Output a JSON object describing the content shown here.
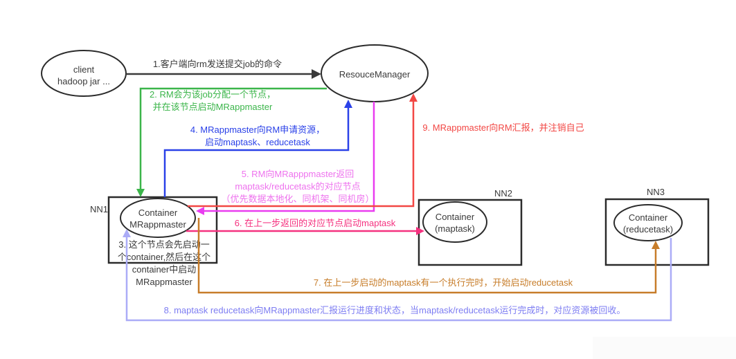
{
  "diagram": {
    "title_hint": "Hadoop YARN job submission flow",
    "colors": {
      "ink": "#3a3a3a",
      "node_stroke": "#2b2b2b",
      "step1": "#3a3a3a",
      "step2": "#3bb54a",
      "step3": "#3a3a3a",
      "step4": "#2a41e8",
      "step5_line": "#e93cf0",
      "step5_text": "#ee72ee",
      "step6": "#f5317f",
      "step7": "#c77d2a",
      "step8_line": "#abacf7",
      "step8_text": "#7d7df2",
      "step9": "#f24744"
    },
    "nodes": {
      "client": {
        "lines": [
          "client",
          "hadoop jar ..."
        ]
      },
      "rm": {
        "label": "ResouceManager"
      },
      "nn1": {
        "name": "NN1",
        "container": [
          "Container",
          "MRappmaster"
        ]
      },
      "nn2": {
        "name": "NN2",
        "container": [
          "Container",
          "(maptask)"
        ]
      },
      "nn3": {
        "name": "NN3",
        "container": [
          "Container",
          "(reducetask)"
        ]
      }
    },
    "steps": [
      {
        "id": 1,
        "lines": [
          "1.客户端向rm发送提交job的命令"
        ]
      },
      {
        "id": 2,
        "lines": [
          "2. RM会为该job分配一个节点，",
          "并在该节点启动MRappmaster"
        ]
      },
      {
        "id": 3,
        "lines": [
          "3. 这个节点会先启动一",
          "个container,然后在这个",
          "container中启动",
          "MRappmaster"
        ]
      },
      {
        "id": 4,
        "lines": [
          "4. MRappmaster向RM申请资源，",
          "启动maptask、reducetask"
        ]
      },
      {
        "id": 5,
        "lines": [
          "5. RM向MRapppmaster返回",
          "maptask/reducetask的对应节点",
          "（优先数据本地化、同机架、同机房）"
        ]
      },
      {
        "id": 6,
        "lines": [
          "6. 在上一步返回的对应节点启动maptask"
        ]
      },
      {
        "id": 7,
        "lines": [
          "7. 在上一步启动的maptask有一个执行完时，开始启动reducetask"
        ]
      },
      {
        "id": 8,
        "lines": [
          "8. maptask reducetask向MRappmaster汇报运行进度和状态，当maptask/reducetask运行完成时，对应资源被回收。"
        ]
      },
      {
        "id": 9,
        "lines": [
          "9. MRappmaster向RM汇报，并注销自己"
        ]
      }
    ]
  }
}
